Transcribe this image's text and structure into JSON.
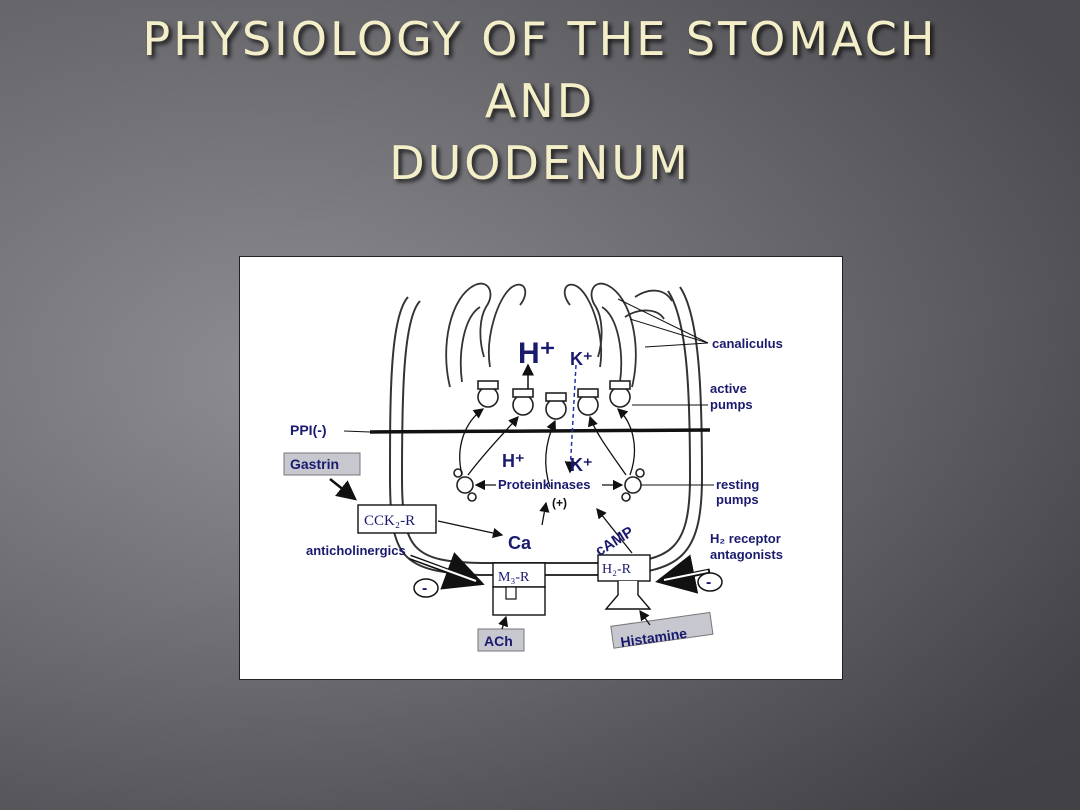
{
  "slide": {
    "title_lines": [
      "PHYSIOLOGY OF THE STOMACH",
      "AND",
      "DUODENUM"
    ]
  },
  "diagram": {
    "labels": {
      "h_plus_top": "H⁺",
      "k_plus_top": "K⁺",
      "canaliculus": "canaliculus",
      "active_pumps_1": "active",
      "active_pumps_2": "pumps",
      "ppi": "PPI(-)",
      "gastrin": "Gastrin",
      "h_plus_mid": "H⁺",
      "k_plus_mid": "K⁺",
      "proteinkinases": "Proteinkinases",
      "plus": "(+)",
      "resting_pumps_1": "resting",
      "resting_pumps_2": "pumps",
      "cck2r": "CCK₂-R",
      "ca": "Ca",
      "camp": "cAMP",
      "h2_receptor_1": "H₂ receptor",
      "h2_receptor_2": "antagonists",
      "anticholinergics": "anticholinergics",
      "m3r": "M₃-R",
      "h2r": "H₂-R",
      "minus_left": "-",
      "minus_right": "-",
      "ach": "ACh",
      "histamine": "Histamine"
    }
  }
}
